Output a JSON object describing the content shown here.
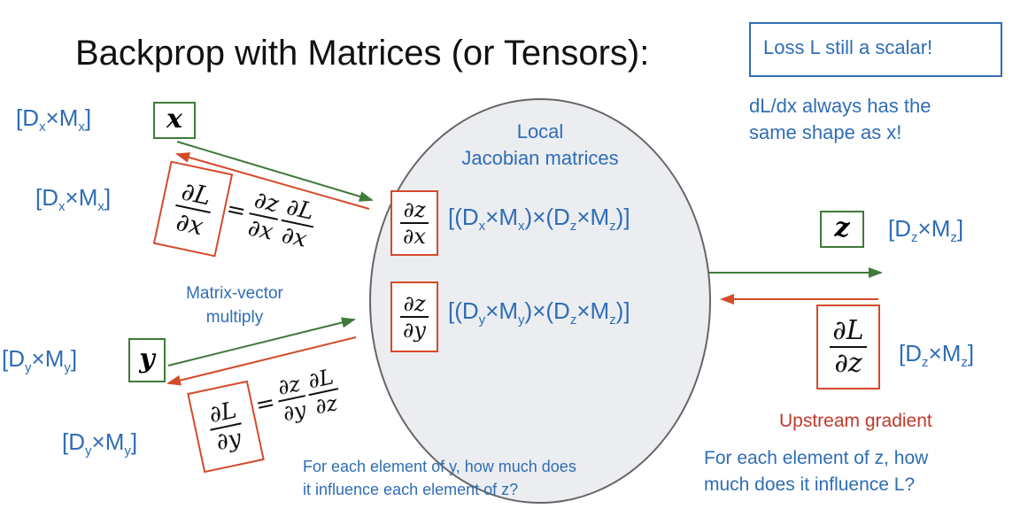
{
  "title": "Backprop with Matrices (or Tensors):",
  "callout_box": "Loss L still a scalar!",
  "callout_note": [
    "dL/dx always has the",
    "same shape as x!"
  ],
  "circle_label": [
    "Local",
    "Jacobian matrices"
  ],
  "variables": {
    "x": "x",
    "y": "y",
    "z": "z"
  },
  "shapes": {
    "x_D": "D",
    "x_sub": "x",
    "M": "M",
    "z_sub": "z",
    "y_sub": "y"
  },
  "jacobians": {
    "dzdx": {
      "num": "∂z",
      "den": "∂x"
    },
    "dzdy": {
      "num": "∂z",
      "den": "∂y"
    }
  },
  "gradients": {
    "dLdx": {
      "num": "∂L",
      "den": "∂x"
    },
    "dLdy": {
      "num": "∂L",
      "den": "∂y"
    },
    "dLdz": {
      "num": "∂L",
      "den": "∂z"
    }
  },
  "matrix_vector": [
    "Matrix-vector",
    "multiply"
  ],
  "upstream_label": "Upstream gradient",
  "z_question": [
    "For each element of z, how",
    "much does it influence L?"
  ],
  "y_question": [
    "For each element of y, how much does",
    "it influence each element of z?"
  ],
  "colors": {
    "blue": "#2f6db5",
    "red": "#d44a2a",
    "green": "#3f7a3a",
    "upstream": "#c0392b"
  }
}
